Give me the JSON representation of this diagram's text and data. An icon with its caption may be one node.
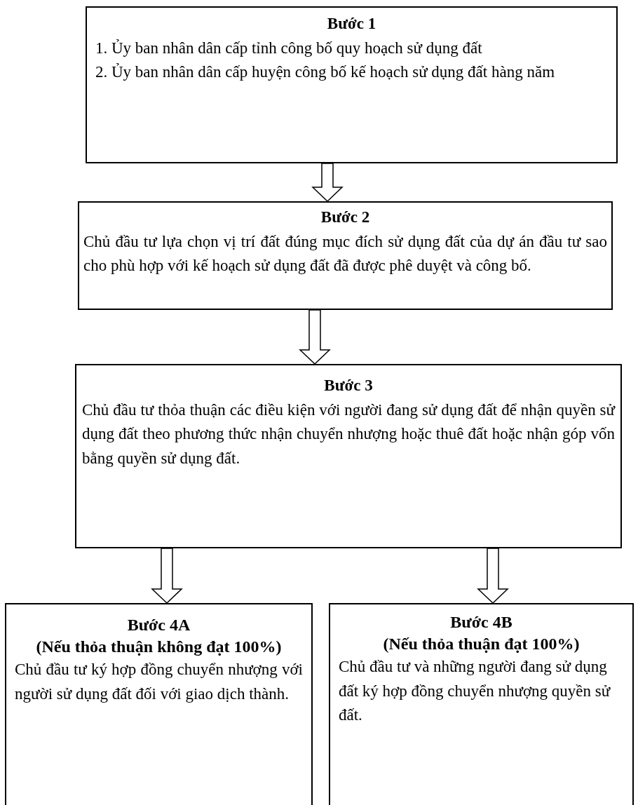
{
  "diagram": {
    "nodes": [
      {
        "text": [
          "Bước 1",
          "1. Ủy ban nhân dân cấp tỉnh công bố quy hoạch sử dụng đất",
          "2. Ủy ban nhân dân cấp huyện công bố kế hoạch sử dụng đất hàng năm"
        ]
      },
      {
        "text": [
          "Bước 2",
          "Chủ đầu tư lựa chọn vị trí đất đúng mục đích sử dụng đất của dự án đầu tư sao cho phù hợp với kế hoạch sử dụng đất đã được phê duyệt và công bố."
        ]
      },
      {
        "text": [
          "Bước 3",
          "Chủ đầu tư thỏa thuận các điều kiện với người đang sử dụng đất để nhận quyền sử dụng đất theo phương thức nhận chuyển nhượng hoặc thuê đất hoặc nhận góp vốn bằng quyền sử dụng đất."
        ]
      },
      {
        "text": [
          "Bước 4A",
          "(Nếu thỏa thuận không đạt 100%)",
          "Chủ đầu tư ký hợp đồng chuyển nhượng với người sử dụng đất đối với giao dịch thành."
        ]
      },
      {
        "text": [
          "Bước 4B",
          "(Nếu thỏa thuận đạt 100%)",
          "Chủ đầu tư và những người đang sử dụng đất ký hợp đồng chuyển nhượng quyền sử đất."
        ]
      }
    ],
    "edges": [
      {
        "from": 0,
        "to": 1,
        "arrow": "to"
      },
      {
        "from": 1,
        "to": 2,
        "arrow": "to"
      },
      {
        "from": 2,
        "to": 3,
        "arrow": "to"
      },
      {
        "from": 2,
        "to": 4,
        "arrow": "to"
      }
    ]
  }
}
